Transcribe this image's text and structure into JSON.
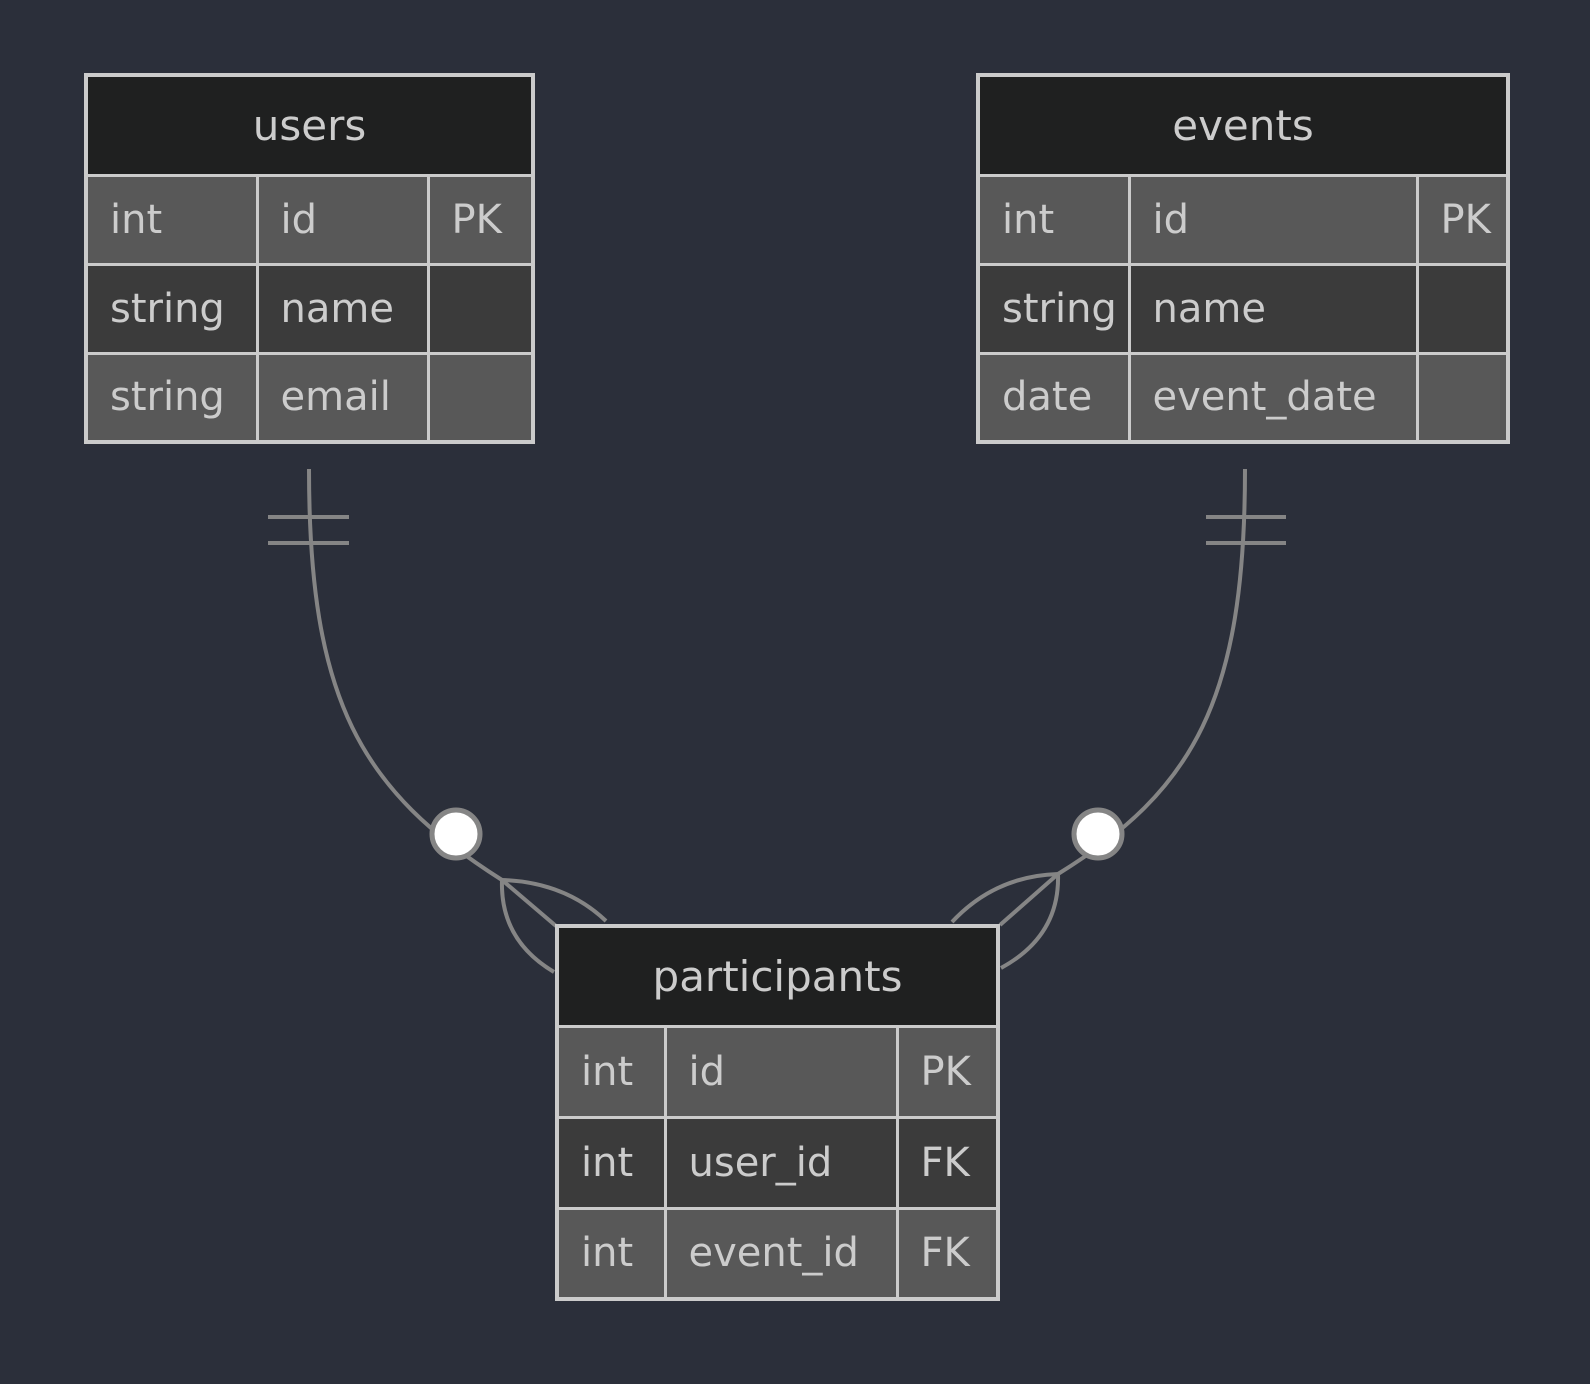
{
  "colors": {
    "background": "#2b2f3a",
    "border": "#cbcbcb",
    "header_fill": "#1f2020",
    "row_odd": "#585858",
    "row_even": "#3b3b3b",
    "text": "#cccccc",
    "line": "#858585",
    "circle_fill": "#ffffff"
  },
  "entities": [
    {
      "name": "users",
      "attributes": [
        {
          "type": "int",
          "name": "id",
          "key": "PK"
        },
        {
          "type": "string",
          "name": "name",
          "key": ""
        },
        {
          "type": "string",
          "name": "email",
          "key": ""
        }
      ]
    },
    {
      "name": "events",
      "attributes": [
        {
          "type": "int",
          "name": "id",
          "key": "PK"
        },
        {
          "type": "string",
          "name": "name",
          "key": ""
        },
        {
          "type": "date",
          "name": "event_date",
          "key": ""
        }
      ]
    },
    {
      "name": "participants",
      "attributes": [
        {
          "type": "int",
          "name": "id",
          "key": "PK"
        },
        {
          "type": "int",
          "name": "user_id",
          "key": "FK"
        },
        {
          "type": "int",
          "name": "event_id",
          "key": "FK"
        }
      ]
    }
  ],
  "relationships": [
    {
      "from": "users",
      "to": "participants",
      "from_cardinality": "exactly-one",
      "to_cardinality": "zero-or-many"
    },
    {
      "from": "events",
      "to": "participants",
      "from_cardinality": "exactly-one",
      "to_cardinality": "zero-or-many"
    }
  ]
}
